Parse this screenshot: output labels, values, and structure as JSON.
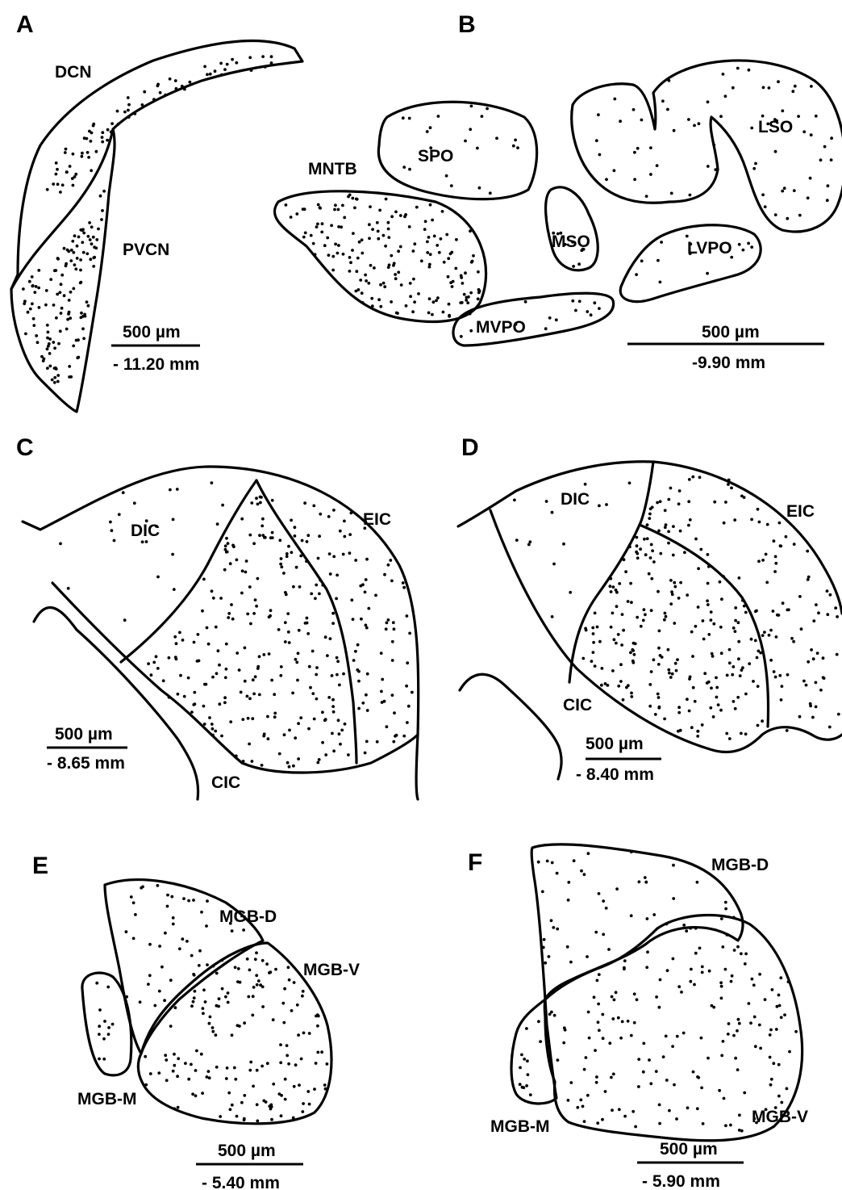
{
  "panels": [
    {
      "letter": "A",
      "regions": [
        {
          "label": "DCN",
          "dots": 75
        },
        {
          "label": "PVCN",
          "dots": 130
        }
      ],
      "scalebar": {
        "length": "500 µm",
        "level": "- 11.20 mm"
      }
    },
    {
      "letter": "B",
      "regions": [
        {
          "label": "SPO",
          "dots": 22
        },
        {
          "label": "MNTB",
          "dots": 170
        },
        {
          "label": "MSO",
          "dots": 10
        },
        {
          "label": "LSO",
          "dots": 70
        },
        {
          "label": "LVPO",
          "dots": 14
        },
        {
          "label": "MVPO",
          "dots": 14
        }
      ],
      "scalebar": {
        "length": "500 µm",
        "level": "-9.90 mm"
      }
    },
    {
      "letter": "C",
      "regions": [
        {
          "label": "DIC",
          "dots": 22
        },
        {
          "label": "EIC",
          "dots": 90
        },
        {
          "label": "CIC",
          "dots": 220
        }
      ],
      "scalebar": {
        "length": "500 µm",
        "level": "- 8.65 mm"
      }
    },
    {
      "letter": "D",
      "regions": [
        {
          "label": "DIC",
          "dots": 14
        },
        {
          "label": "EIC",
          "dots": 110
        },
        {
          "label": "CIC",
          "dots": 200
        }
      ],
      "scalebar": {
        "length": "500 µm",
        "level": "- 8.40 mm"
      }
    },
    {
      "letter": "E",
      "regions": [
        {
          "label": "MGB-D",
          "dots": 45
        },
        {
          "label": "MGB-V",
          "dots": 150
        },
        {
          "label": "MGB-M",
          "dots": 12
        }
      ],
      "scalebar": {
        "length": "500 µm",
        "level": "- 5.40 mm"
      }
    },
    {
      "letter": "F",
      "regions": [
        {
          "label": "MGB-D",
          "dots": 45
        },
        {
          "label": "MGB-V",
          "dots": 170
        },
        {
          "label": "MGB-M",
          "dots": 14
        }
      ],
      "scalebar": {
        "length": "500 µm",
        "level": "- 5.90 mm"
      }
    }
  ],
  "colors": {
    "ink": "#000000",
    "background": "#ffffff"
  }
}
